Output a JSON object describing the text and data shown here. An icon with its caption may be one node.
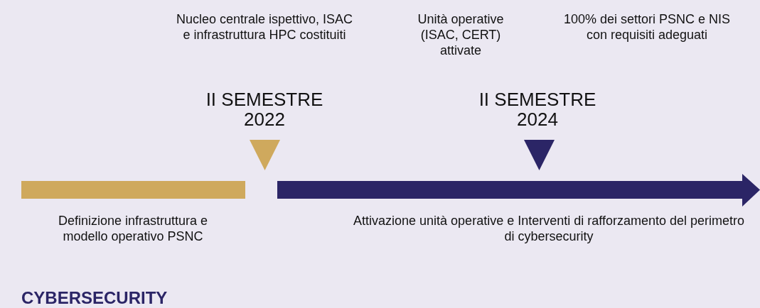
{
  "diagram": {
    "title": "CYBERSECURITY",
    "labels": [
      "Nucleo centrale ispettivo, ISAC e infrastruttura HPC costituiti",
      "Unità operative (ISAC, CERT) attivate",
      "100% dei settori PSNC e NIS con requisiti adeguati",
      "II SEMESTRE 2022",
      "II SEMESTRE 2024",
      "Definizione infrastruttura e modello operativo PSNC",
      "Attivazione unità operative e Interventi di rafforzamento del perimetro di cybersecurity"
    ]
  }
}
